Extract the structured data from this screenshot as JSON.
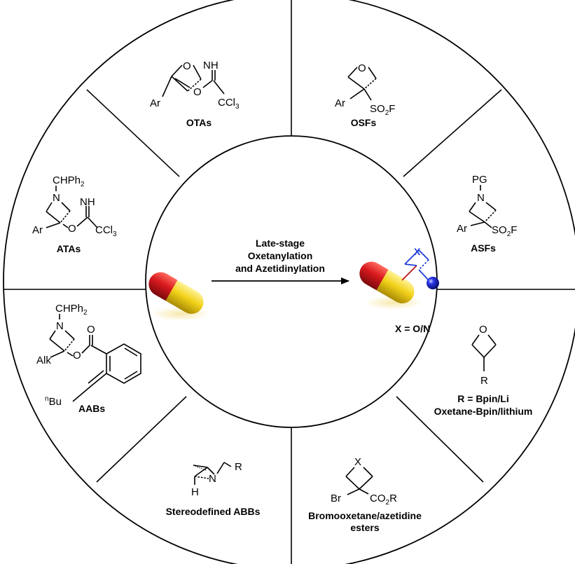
{
  "center": {
    "arrow_line1": "Late-stage",
    "arrow_line2": "Oxetanylation",
    "arrow_line3": "and Azetidinylation",
    "product_note": "X = O/N",
    "product_atom": "X"
  },
  "segments": {
    "otas": {
      "label": "OTAs",
      "atoms": {
        "o_ring": "O",
        "nh": "NH",
        "ar": "Ar",
        "o_link": "O",
        "ccl3": "CCl3"
      }
    },
    "osfs": {
      "label": "OSFs",
      "atoms": {
        "o_ring": "O",
        "ar": "Ar",
        "so2f": "SO2F"
      }
    },
    "asfs": {
      "label": "ASFs",
      "atoms": {
        "pg": "PG",
        "n": "N",
        "ar": "Ar",
        "so2f": "SO2F"
      }
    },
    "oxetane_bpin": {
      "label_line1": "R = Bpin/Li",
      "label_line2": "Oxetane-Bpin/lithium",
      "atoms": {
        "o": "O",
        "r": "R"
      }
    },
    "bromo": {
      "label_line1": "Bromooxetane/azetidine",
      "label_line2": "esters",
      "atoms": {
        "x": "X",
        "br": "Br",
        "co2r": "CO2R"
      }
    },
    "abbs": {
      "label": "Stereodefined ABBs",
      "atoms": {
        "n": "N",
        "h": "H",
        "r": "R"
      }
    },
    "aabs": {
      "label": "AABs",
      "atoms": {
        "chph2": "CHPh2",
        "n": "N",
        "alk": "Alk",
        "o": "O",
        "o_carbonyl": "O",
        "nbu": "nBu"
      }
    },
    "atas": {
      "label": "ATAs",
      "atoms": {
        "chph2": "CHPh2",
        "n": "N",
        "nh": "NH",
        "ar": "Ar",
        "o": "O",
        "ccl3": "CCl3"
      }
    }
  },
  "colors": {
    "capsule_red": "#d8191e",
    "capsule_yellow": "#f2d21a",
    "ring_blue": "#1f3fd8",
    "link_red": "#c0141a",
    "sphere_blue": "#2a36e8"
  }
}
